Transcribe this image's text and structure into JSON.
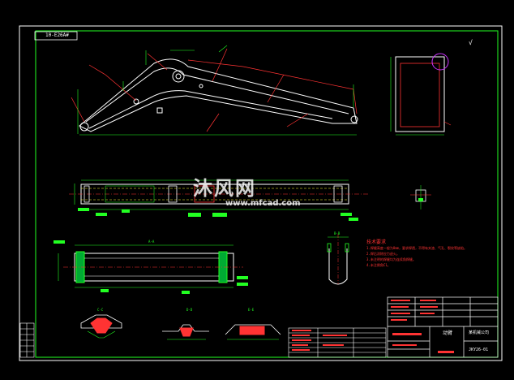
{
  "drawing": {
    "frame_tag": "10-E26A#",
    "title_block": {
      "part_name": "动臂",
      "company": "某机械公司",
      "drawing_no": "JKY26-01"
    },
    "roughness_mark": "√",
    "tech_requirements_title": "技术要求",
    "tech_lines": [
      "1.焊缝高度一般为8mm，要求焊透，不得有夹渣、气孔、裂纹等缺陷。",
      "2.焊后消除应力退火。",
      "3.未注明的焊缝均为连续角焊缝。",
      "4.未注倒角C1。"
    ],
    "section_labels": [
      "A-A",
      "B-B",
      "C-C",
      "D-D",
      "E-E"
    ],
    "colors": {
      "background": "#000000",
      "frame": "#ffffff",
      "outline": "#ffffff",
      "dimension": "#00ff00",
      "leader": "#ff3333",
      "weld": "#ff3333",
      "hidden": "#ffff33",
      "circle_mark": "#cc33ff"
    }
  },
  "watermark": {
    "text": "沐风网",
    "url": "www.mfcad.com"
  }
}
